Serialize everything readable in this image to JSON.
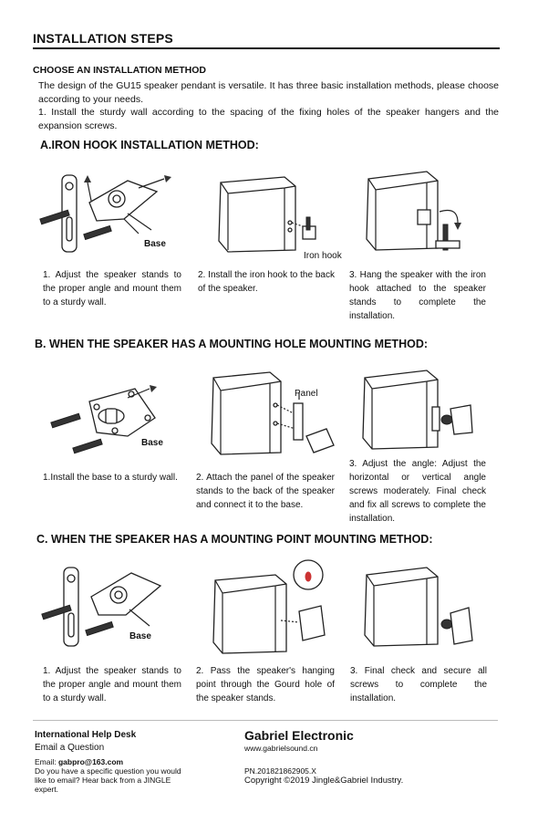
{
  "header": {
    "title": "INSTALLATION STEPS"
  },
  "intro": {
    "heading": "CHOOSE AN INSTALLATION METHOD",
    "paragraph1": "The design of the GU15 speaker pendant is versatile. It has three basic installation methods, please choose according to your needs.",
    "paragraph2": "1. Install the sturdy wall according to the spacing of the fixing holes of the speaker hangers and the expansion screws."
  },
  "sections": [
    {
      "title": "A.IRON HOOK INSTALLATION METHOD:",
      "labels": [
        "Base",
        "Iron hook"
      ],
      "steps": [
        "1. Adjust the speaker stands to the proper angle and mount them to a sturdy wall.",
        "2. Install the iron hook to the back of the speaker.",
        "3. Hang the speaker with the iron hook attached to the speaker stands to complete the installation."
      ]
    },
    {
      "title": "B. WHEN THE SPEAKER HAS A MOUNTING HOLE MOUNTING METHOD:",
      "labels": [
        "Base",
        "Panel"
      ],
      "steps": [
        "1.Install the base to a sturdy wall.",
        "2. Attach the panel of the speaker stands to the back of the speaker and connect it to the base.",
        "3. Adjust the angle: Adjust the horizontal or vertical angle screws moderately. Final check and fix all screws to complete the installation."
      ]
    },
    {
      "title": "C. WHEN THE SPEAKER HAS A MOUNTING POINT MOUNTING METHOD:",
      "labels": [
        "Base"
      ],
      "steps": [
        "1. Adjust the speaker stands to the proper angle and mount them to a sturdy wall.",
        "2. Pass the speaker's hanging point through the Gourd hole of the speaker stands.",
        "3. Final check and secure all screws to complete the installation."
      ]
    }
  ],
  "footer": {
    "help_title": "International Help Desk",
    "email_question": "Email a Question",
    "email_label": "Email: ",
    "email": "gabpro@163.com",
    "help_text": "Do you have a specific question you would like to email? Hear back from a JINGLE expert.",
    "brand": "Gabriel Electronic",
    "website": "www.gabrielsound.cn",
    "pn": "PN.201821862905.X",
    "copyright": "Copyright ©2019 Jingle&Gabriel Industry."
  }
}
